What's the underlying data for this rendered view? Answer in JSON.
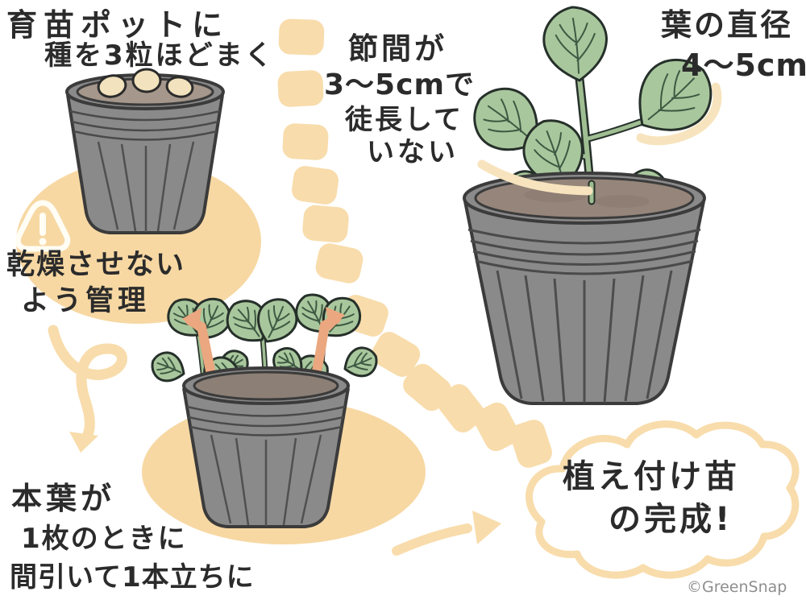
{
  "illustration": {
    "title_semantic": "seedling-raising-steps",
    "step_sow": {
      "line1": "育苗ポットに",
      "line2": "種を3粒ほどまく"
    },
    "note_dry": {
      "line1": "乾燥させない",
      "line2": "よう管理"
    },
    "step_thin": {
      "line1": "本葉が",
      "line2": "1枚のときに",
      "line3": "間引いて1本立ちに"
    },
    "note_internode": {
      "line1": "節間が",
      "line2": "3〜5cmで",
      "line3": "徒長して",
      "line4": "いない"
    },
    "note_leaf_diameter": {
      "line1": "葉の直径",
      "line2": "4〜5cm"
    },
    "result_cloud": {
      "line1": "植え付け苗",
      "line2": "の完成!"
    },
    "credit": "©GreenSnap"
  },
  "icons": {
    "warning": "warning-triangle-icon",
    "curl_arrow": "curl-arrow-icon",
    "next_arrow": "next-step-arrow-icon",
    "pull_arrows": "thinning-pull-arrow-icon",
    "dashes": "dashed-progress-path"
  },
  "colors": {
    "peach": "#F8DCAB",
    "peach_blob": "#F7D8A3",
    "peach_light": "#F7E4BE",
    "salmon": "#EBA77F",
    "pot_gray": "#8A8A8A",
    "pot_outline": "#3B3B3B",
    "pot_stripe": "#505050",
    "soil_brown": "#95857A",
    "leaf_green": "#A9C79D",
    "leaf_outline": "#26302A",
    "stem_green": "#9FBE92",
    "ink": "#2B2B2B",
    "credit_gray": "#8E8E8E",
    "background": "#FFFFFF"
  }
}
